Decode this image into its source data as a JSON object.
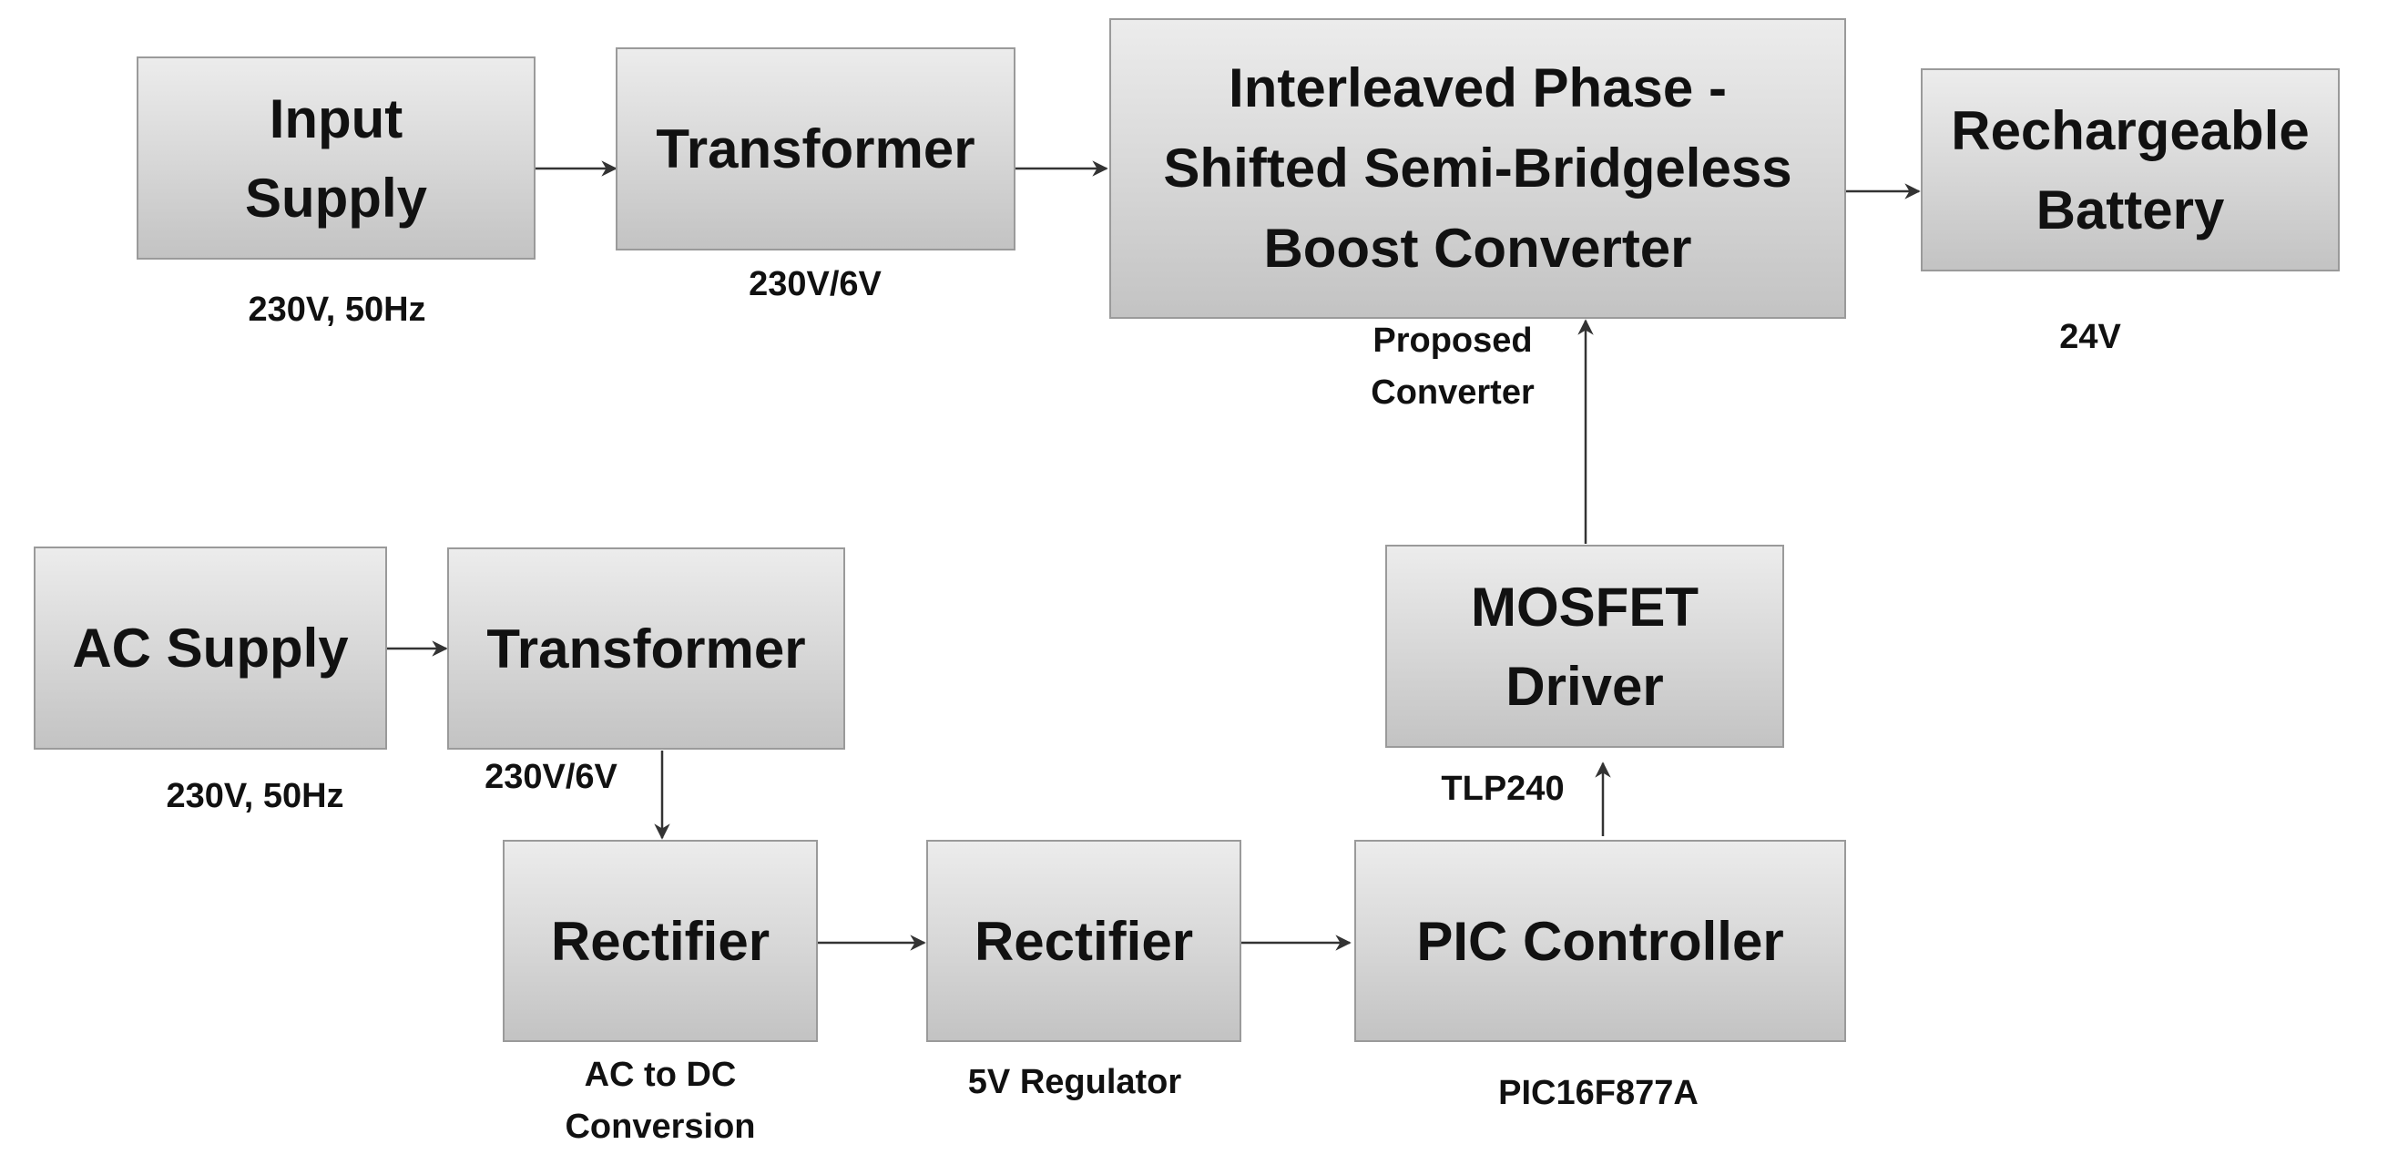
{
  "blocks": {
    "input_supply": "Input\nSupply",
    "transformer_top": "Transformer",
    "converter": "Interleaved Phase -\nShifted Semi-Bridgeless\nBoost Converter",
    "battery": "Rechargeable\nBattery",
    "ac_supply": "AC Supply",
    "transformer_bottom": "Transformer",
    "rectifier_1": "Rectifier",
    "rectifier_2": "Rectifier",
    "pic_controller": "PIC Controller",
    "mosfet_driver": "MOSFET\nDriver"
  },
  "notes": {
    "input_supply_rating": "230V, 50Hz",
    "transformer_top_ratio": "230V/6V",
    "converter_caption": "Proposed\nConverter",
    "battery_voltage": "24V",
    "ac_supply_rating": "230V, 50Hz",
    "transformer_bottom_ratio": "230V/6V",
    "rectifier_1_caption": "AC to DC\nConversion",
    "rectifier_2_caption": "5V Regulator",
    "pic_controller_part": "PIC16F877A",
    "mosfet_driver_part": "TLP240"
  },
  "colors": {
    "block_border": "#9a9a9a",
    "block_fill_top": "#ececec",
    "block_fill_bottom": "#c3c3c3",
    "text": "#111111",
    "arrow": "#333333"
  }
}
